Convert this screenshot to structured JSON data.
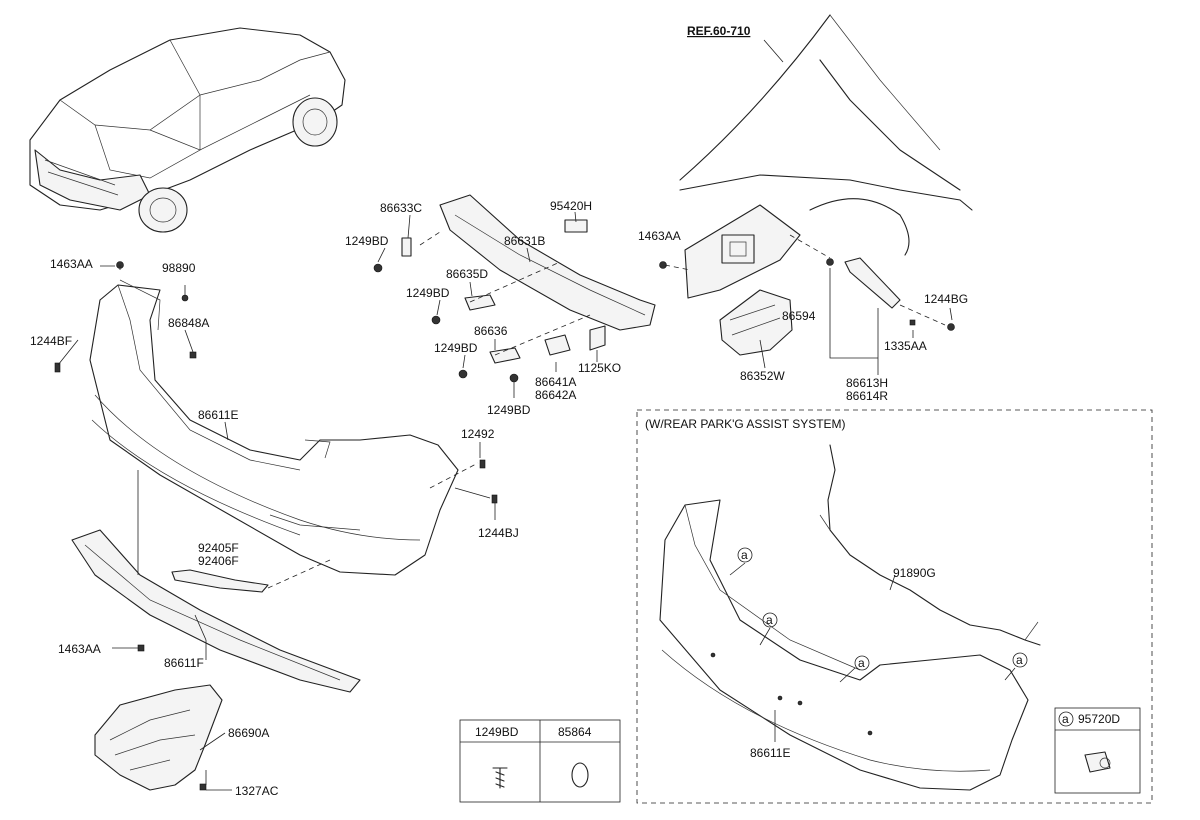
{
  "ref_label": "REF.60-710",
  "inset_title": "(W/REAR PARK'G ASSIST SYSTEM)",
  "labels": {
    "p86633C": "86633C",
    "p95420H": "95420H",
    "p1249BD_a": "1249BD",
    "p86631B": "86631B",
    "p1463AA_a": "1463AA",
    "p98890": "98890",
    "p86635D": "86635D",
    "p1249BD_b": "1249BD",
    "p86848A": "86848A",
    "p1244BF": "1244BF",
    "p86636": "86636",
    "p1249BD_c": "1249BD",
    "p1125KO": "1125KO",
    "p86641A": "86641A",
    "p86642A": "86642A",
    "p1249BD_d": "1249BD",
    "p86611E_a": "86611E",
    "p12492": "12492",
    "p1244BJ": "1244BJ",
    "p92405F": "92405F",
    "p92406F": "92406F",
    "p1463AA_b": "1463AA",
    "p86611F": "86611F",
    "p86690A": "86690A",
    "p1327AC": "1327AC",
    "p1463AA_c": "1463AA",
    "p86594": "86594",
    "p1244BG": "1244BG",
    "p1335AA": "1335AA",
    "p86352W": "86352W",
    "p86613H": "86613H",
    "p86614R": "86614R",
    "p91890G": "91890G",
    "p86611E_b": "86611E"
  },
  "callout": "a",
  "parts_table": {
    "col1_header": "1249BD",
    "col2_header": "85864"
  },
  "legend_box": {
    "marker": "a",
    "part": "95720D"
  }
}
